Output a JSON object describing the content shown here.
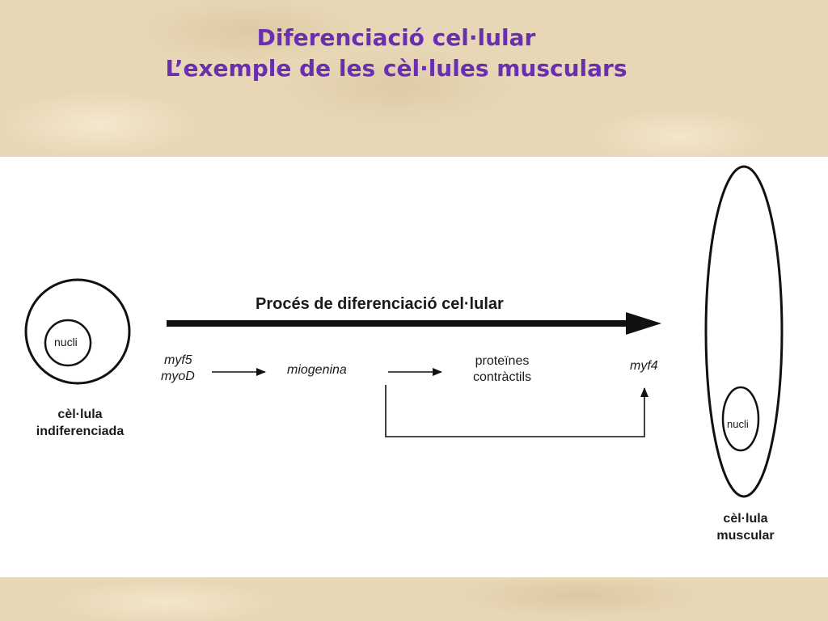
{
  "title": {
    "line1": "Diferenciació cel·lular",
    "line2": "L’exemple de les cèl·lules musculars"
  },
  "diagram": {
    "process_label": "Procés de diferenciació cel·lular",
    "undiff_cell": {
      "nucleus_label": "nucli",
      "caption_line1": "cèl·lula",
      "caption_line2": "indiferenciada"
    },
    "muscle_cell": {
      "nucleus_label": "nucli",
      "caption_line1": "cèl·lula",
      "caption_line2": "muscular"
    },
    "genes": {
      "myf5": "myf5",
      "myod": "myoD",
      "miogenina": "miogenina",
      "proteines_line1": "proteïnes",
      "proteines_line2": "contràctils",
      "myf4": "myf4"
    }
  }
}
